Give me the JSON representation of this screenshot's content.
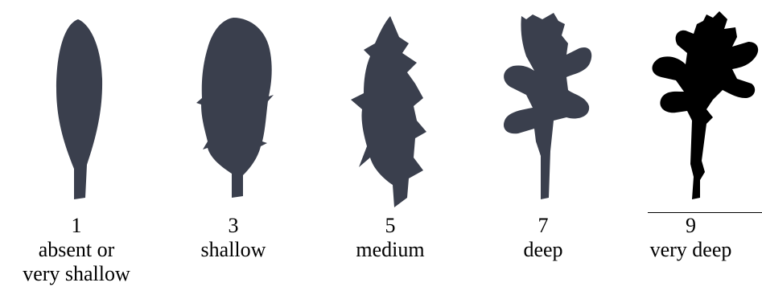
{
  "colors": {
    "leaf_dark_gray": "#3a3f4d",
    "leaf_black": "#000000",
    "background": "#ffffff"
  },
  "panels": [
    {
      "score": "1",
      "label_lines": [
        "absent or",
        "very shallow"
      ]
    },
    {
      "score": "3",
      "label_lines": [
        "shallow"
      ]
    },
    {
      "score": "5",
      "label_lines": [
        "medium"
      ]
    },
    {
      "score": "7",
      "label_lines": [
        "deep"
      ]
    },
    {
      "score": "9",
      "label_lines": [
        "very deep"
      ]
    }
  ]
}
